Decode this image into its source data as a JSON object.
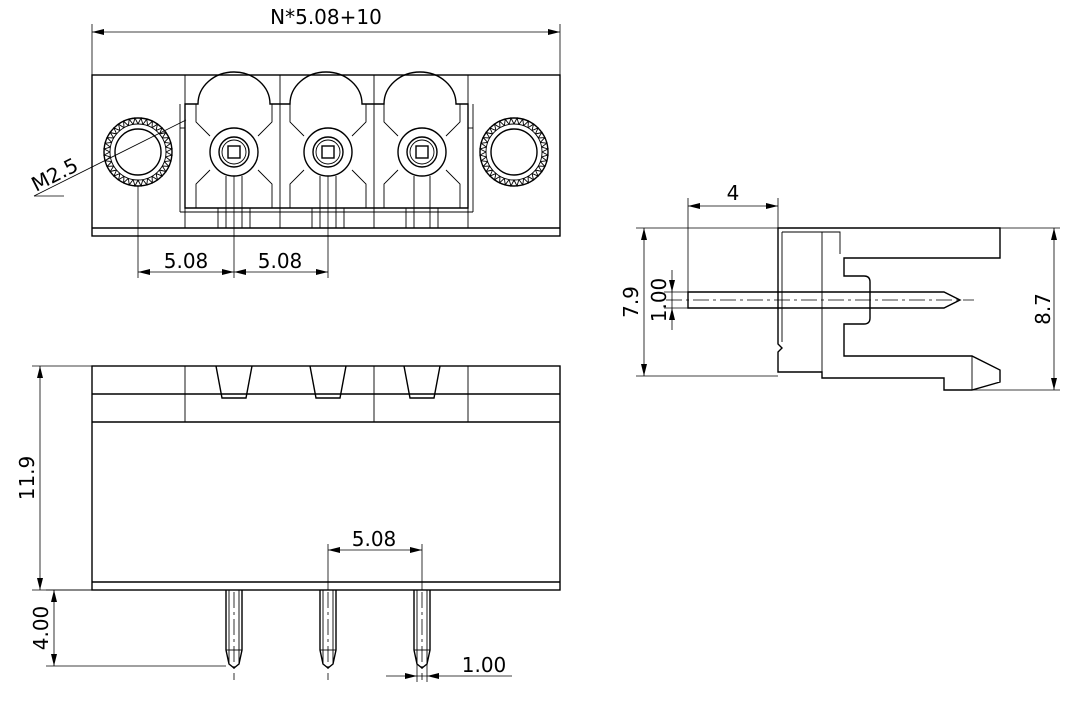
{
  "dimensions": {
    "overall_width": "N*5.08+10",
    "mount_thread": "M2.5",
    "pitch_left": "5.08",
    "pitch_right": "5.08",
    "side_offset": "4",
    "side_total_height": "7.9",
    "side_pin_diameter": "1.00",
    "side_body_height": "8.7",
    "front_height": "11.9",
    "front_pitch": "5.08",
    "pin_length": "4.00",
    "pin_diameter": "1.00"
  }
}
